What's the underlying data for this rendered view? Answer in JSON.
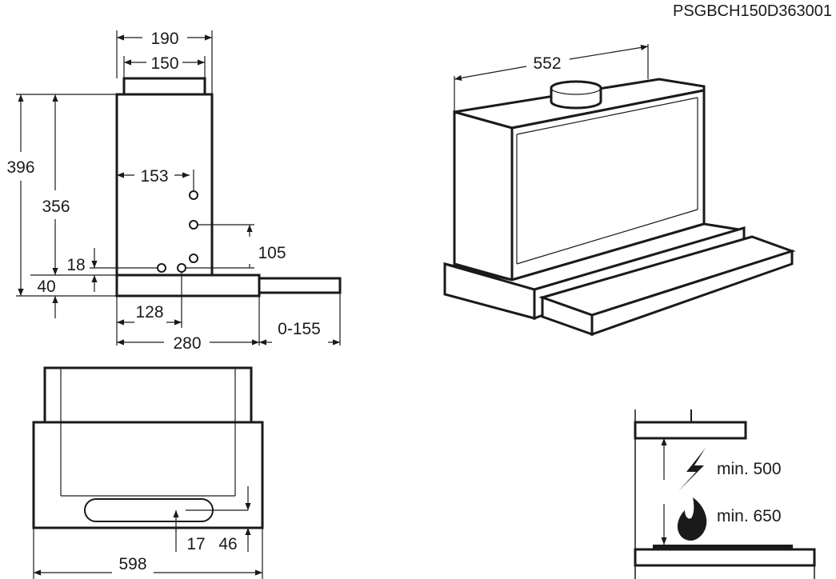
{
  "model_code": "PSGBCH150D363001",
  "side_view": {
    "width_top": "190",
    "outlet_width": "150",
    "total_height": "396",
    "body_height": "356",
    "hole_offset": "153",
    "hole_vertical": "105",
    "hole_bottom": "18",
    "base_height": "40",
    "hole_depth": "128",
    "depth": "280",
    "extension": "0-155"
  },
  "iso_view": {
    "width": "552"
  },
  "front_view": {
    "width": "598",
    "slot_offset_a": "17",
    "slot_offset_b": "46"
  },
  "clearance": {
    "electric": "min. 500",
    "gas": "min. 650"
  },
  "icons": [
    "lightning-icon",
    "flame-icon"
  ]
}
